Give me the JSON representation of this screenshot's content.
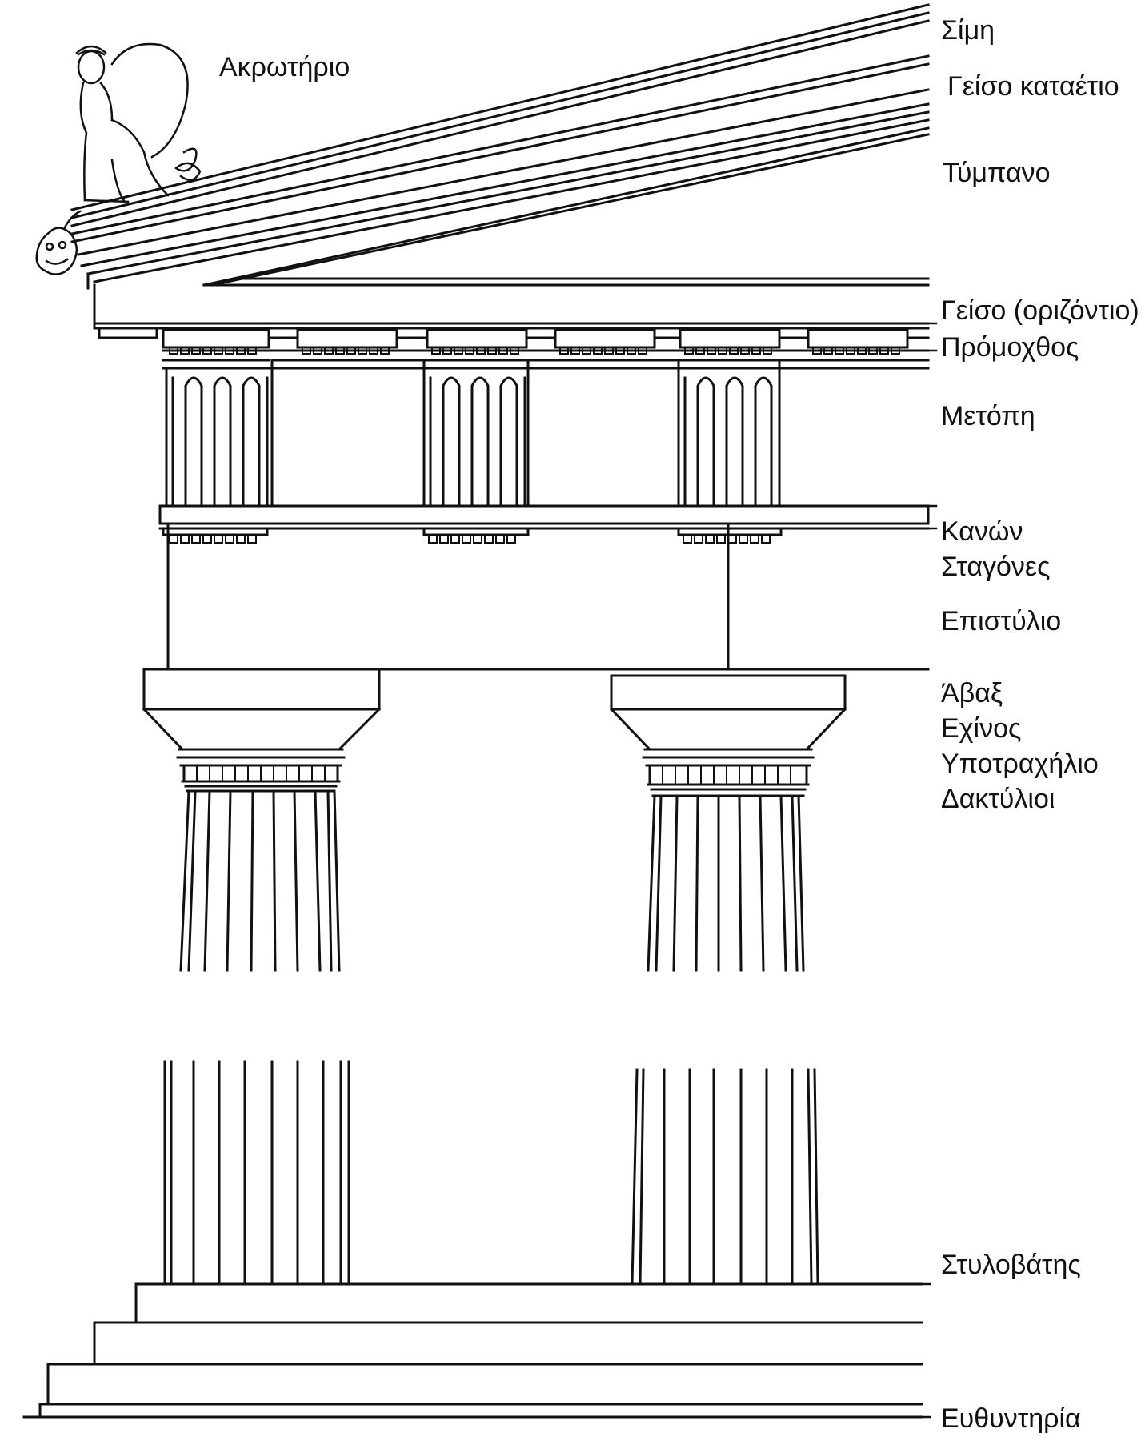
{
  "labels": {
    "akroterion": "Ακρωτήριο",
    "sima": "Σίμη",
    "raking_cornice": "Γείσο καταέτιο",
    "tympanum": "Τύμπανο",
    "horizontal_cornice": "Γείσο (οριζόντιο)",
    "mutule": "Πρόμοχθος",
    "metope": "Μετόπη",
    "regula": "Κανών",
    "guttae": "Σταγόνες",
    "architrave": "Επιστύλιο",
    "abacus": "Άβαξ",
    "echinus": "Εχίνος",
    "hypotrachelion": "Υποτραχήλιο",
    "annulets": "Δακτύλιοι",
    "stylobate": "Στυλοβάτης",
    "euthynteria": "Ευθυντηρία"
  },
  "colors": {
    "line": "#111111",
    "background": "#ffffff"
  }
}
